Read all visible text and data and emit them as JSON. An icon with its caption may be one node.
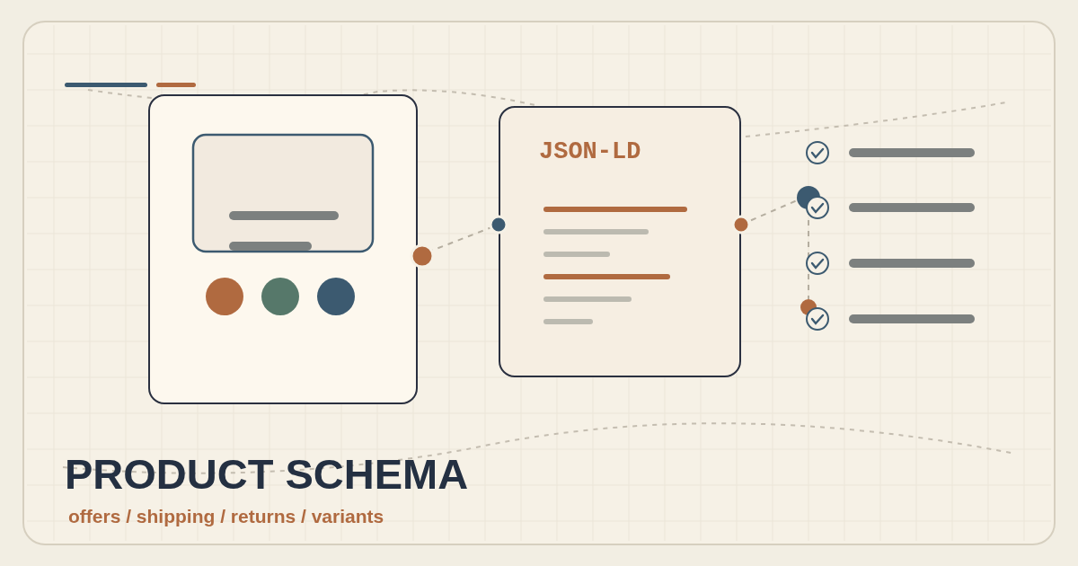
{
  "diagram": {
    "title": "PRODUCT SCHEMA",
    "caption": "offers / shipping / returns / variants",
    "nodes": [
      {
        "text": [],
        "shape": "box"
      },
      {
        "text": [
          "JSON-LD"
        ]
      },
      {
        "text": [],
        "shape": "circle"
      },
      {
        "text": [],
        "shape": "circle"
      }
    ],
    "edges": [
      {
        "from": 0,
        "to": 1,
        "arrow": "none",
        "style": "dashed"
      },
      {
        "from": 1,
        "to": 2,
        "arrow": "none",
        "style": "dashed"
      },
      {
        "from": 2,
        "to": 3,
        "arrow": "none",
        "style": "dashed"
      }
    ]
  }
}
